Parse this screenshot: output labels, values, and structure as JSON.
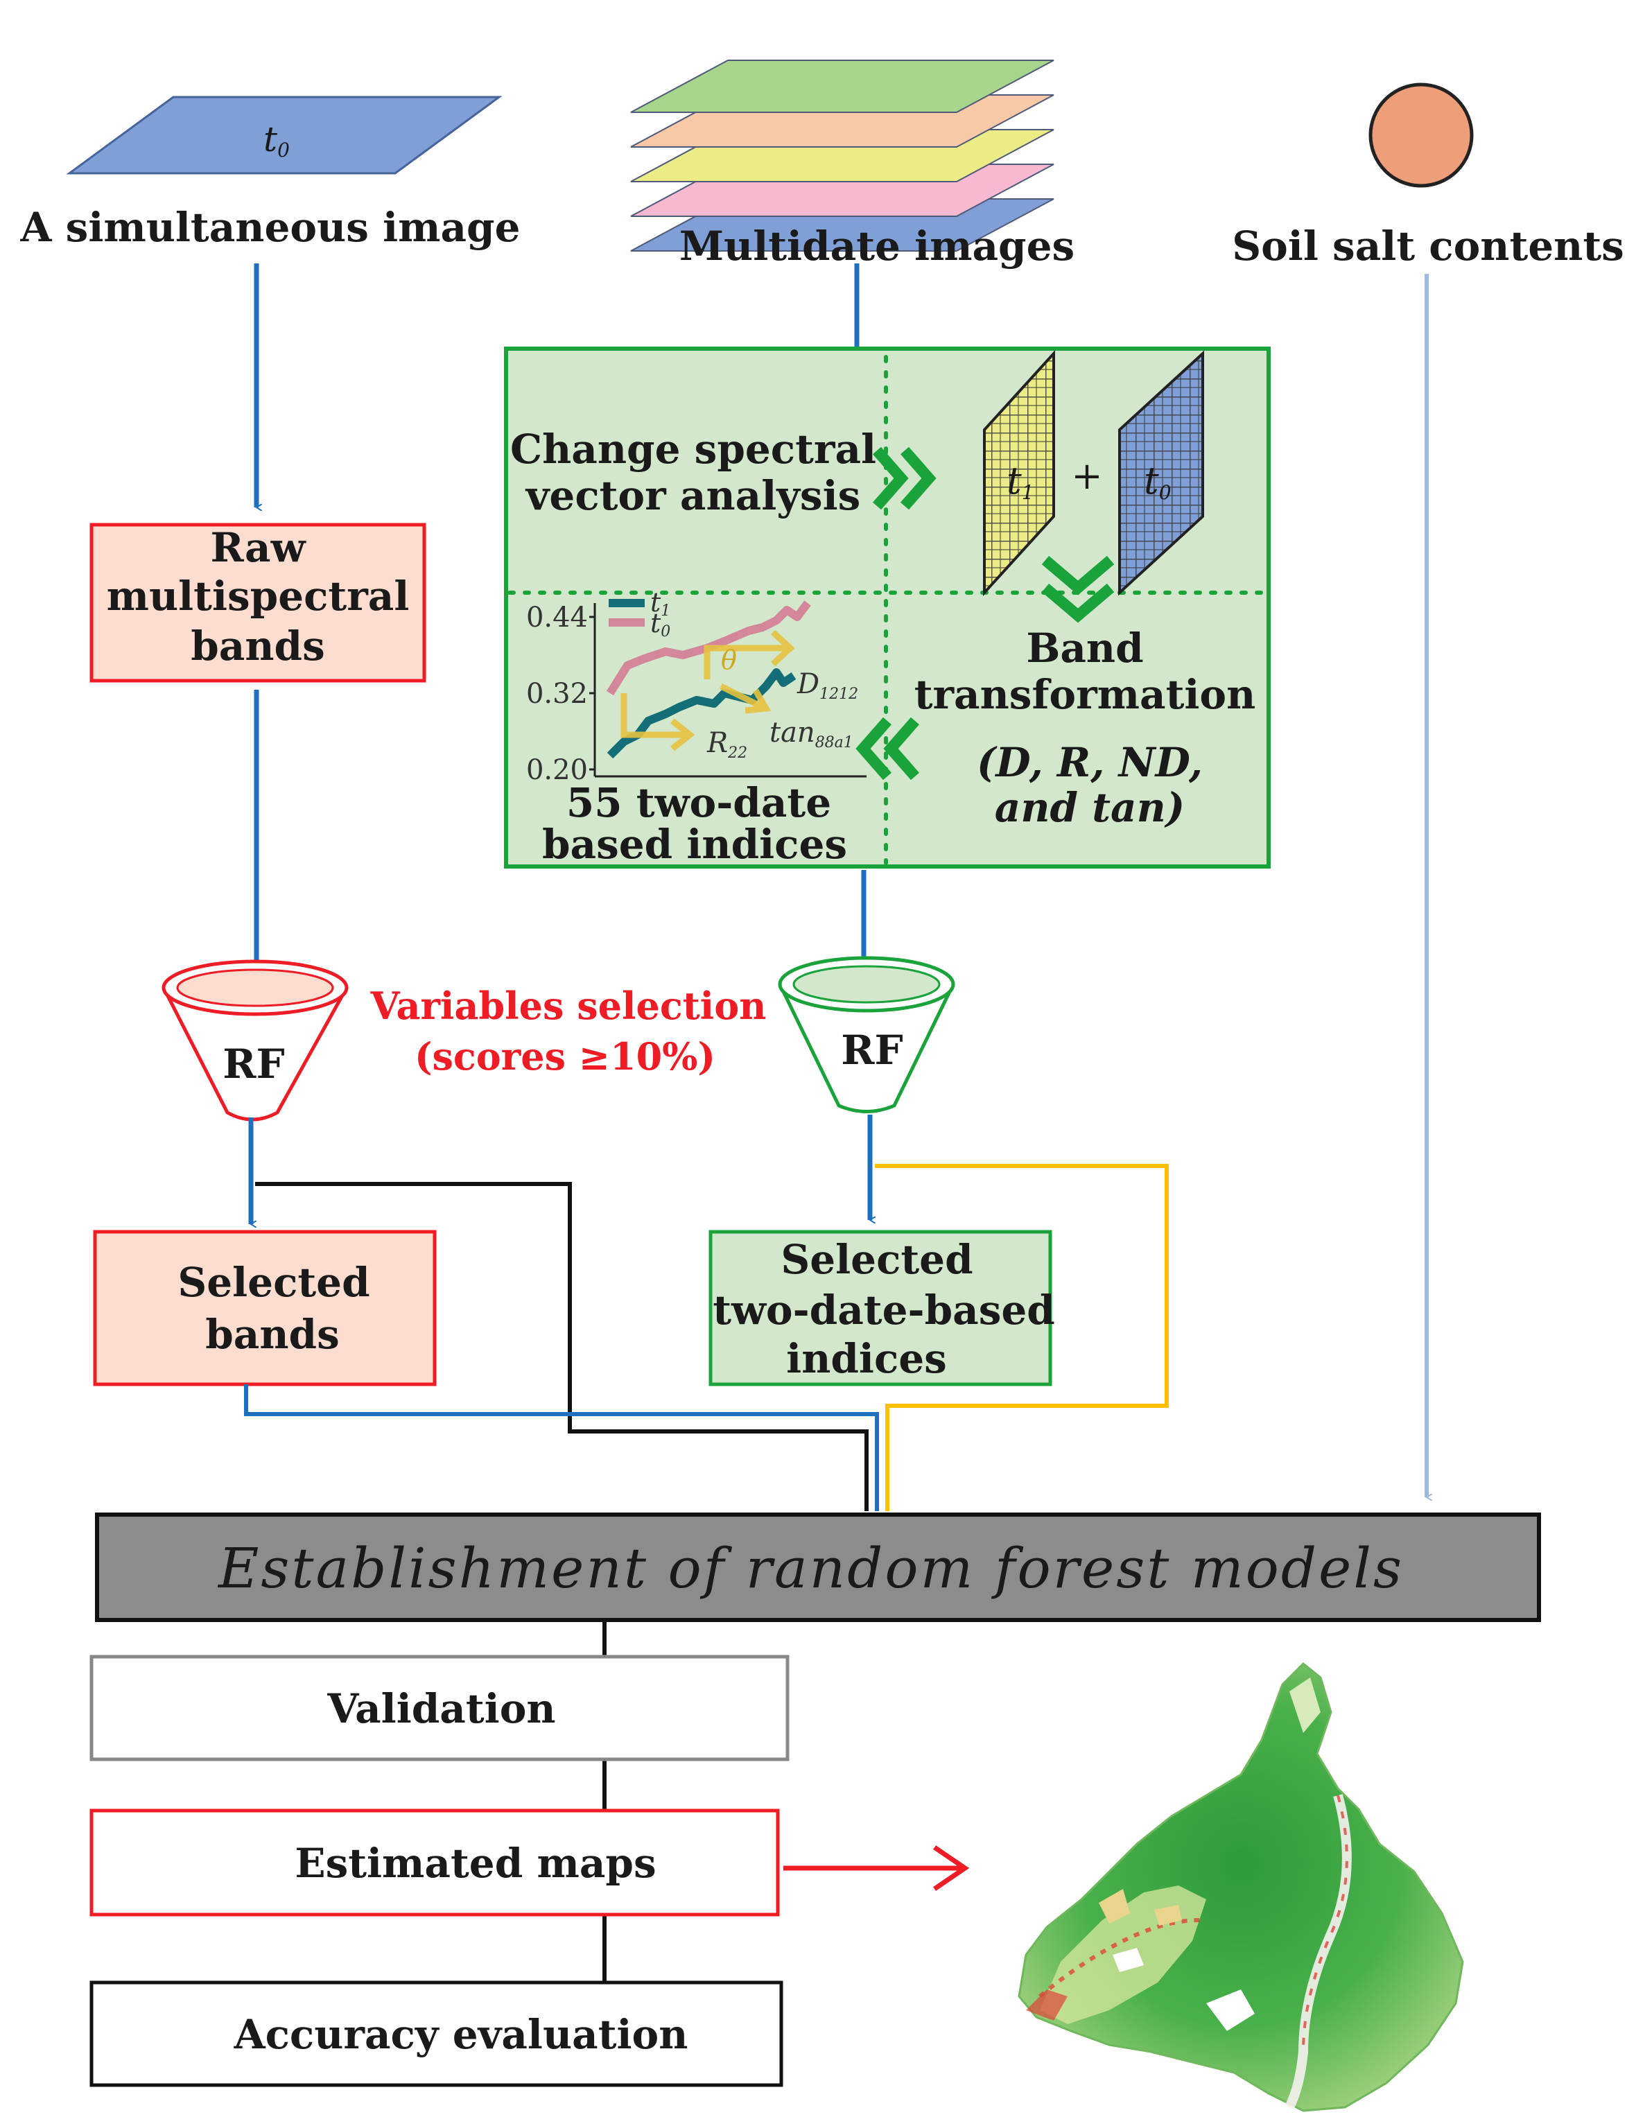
{
  "inputs": {
    "simultaneous_label": "A simultaneous image",
    "simultaneous_symbol": "t",
    "simultaneous_sub": "0",
    "multidate_label": "Multidate  images",
    "soil_label": "Soil salt contents"
  },
  "green_panel": {
    "change_line1": "Change spectral",
    "change_line2": "vector analysis",
    "t1_symbol": "t",
    "t1_sub": "1",
    "plus": "+",
    "t0_symbol": "t",
    "t0_sub": "0",
    "band_line1": "Band",
    "band_line2": "transformation",
    "band_line3": "(D, R, ND,",
    "band_line4": "and tan)",
    "indices_line1": "55 two-date",
    "indices_line2": "based indices",
    "mini_chart": {
      "yticks": [
        "0.44",
        "0.32",
        "0.20"
      ],
      "legend_t1": "t",
      "legend_t1_sub": "1",
      "legend_t0": "t",
      "legend_t0_sub": "0",
      "label_D": "D",
      "label_D_sub": "1212",
      "label_R": "R",
      "label_R_sub": "22",
      "label_tan": "tan",
      "label_tan_sub": "88a1",
      "label_theta": "θ",
      "colors": {
        "t1": "#146e78",
        "t0": "#d4869a",
        "arrows": "#e6c241"
      }
    }
  },
  "left_branch": {
    "raw_line1": "Raw",
    "raw_line2": "multispectral",
    "raw_line3": "bands",
    "rf": "RF",
    "selected_line1": "Selected",
    "selected_line2": "bands"
  },
  "middle_branch": {
    "rf": "RF",
    "selected_line1": "Selected",
    "selected_line2": "two-date-based",
    "selected_line3": "indices"
  },
  "selection_note": {
    "line1": "Variables selection",
    "line2": "(scores ≥10%)"
  },
  "model_bar": "Establishment of random forest models",
  "steps": {
    "validation": "Validation",
    "estimated": "Estimated maps",
    "accuracy": "Accuracy evaluation"
  },
  "colors": {
    "blue_arrow": "#1f6fbf",
    "light_blue_arrow": "#9db9e3",
    "red": "#ee1c24",
    "green": "#1aa33a",
    "panel_fill": "#d2e7cb",
    "orange_line": "#ffc000",
    "salmon_fill": "#fcddd0",
    "model_bar_fill": "#8c8c8c",
    "soil_circle": "#ee9e78"
  }
}
